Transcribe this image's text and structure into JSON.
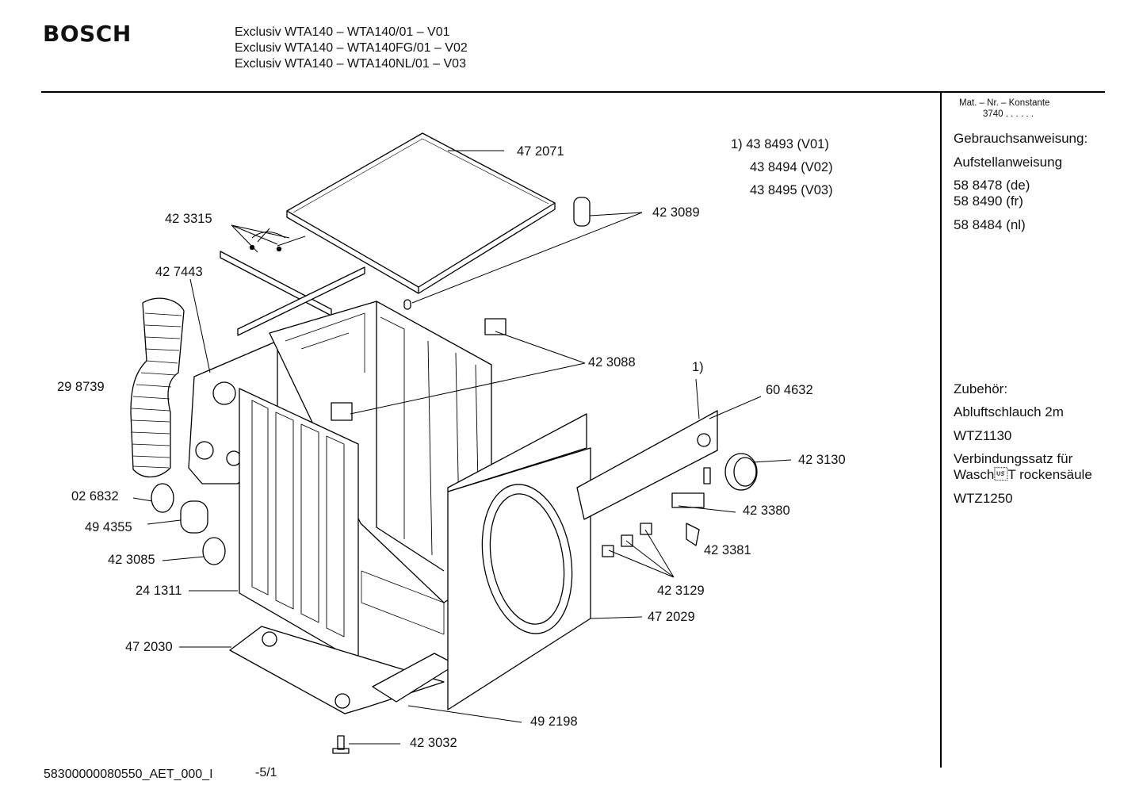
{
  "brand": "BOSCH",
  "header_lines": [
    "Exclusiv WTA140 – WTA140/01 – V01",
    "Exclusiv WTA140 – WTA140FG/01 – V02",
    "Exclusiv WTA140 – WTA140NL/01 – V03"
  ],
  "sidebar": {
    "matnr_label": "Mat. – Nr. – Konstante",
    "matnr_value": "3740 . . . . . .",
    "manual": "Gebrauchsanweisung:",
    "install": "Aufstellanweisung",
    "doc_de": "58 8478 (de)",
    "doc_fr": "58 8490 (fr)",
    "doc_nl": "58 8484 (nl)",
    "accessories_title": "Zubehör:",
    "acc_hose": "Abluftschlauch 2m",
    "acc_hose_code": "WTZ1130",
    "acc_kit_line1": "Verbindungssatz für",
    "acc_kit_line2": "Wasch\u001fT rockensäule",
    "acc_kit_code": "WTZ1250"
  },
  "variants": {
    "v1": "1)  43 8493 (V01)",
    "v2": "43 8494 (V02)",
    "v3": "43 8495 (V03)"
  },
  "parts": {
    "p472071": "47 2071",
    "p423315": "42 3315",
    "p423089": "42 3089",
    "p427443": "42 7443",
    "p423088": "42 3088",
    "p298739": "29 8739",
    "fn1": "1)",
    "p604632": "60 4632",
    "p423130": "42 3130",
    "p026832": "02 6832",
    "p423380": "42 3380",
    "p494355": "49 4355",
    "p423381": "42 3381",
    "p423085": "42 3085",
    "p423129": "42 3129",
    "p241311": "24 1311",
    "p472029": "47 2029",
    "p472030": "47 2030",
    "p492198": "49 2198",
    "p423032": "42 3032"
  },
  "footer": {
    "doc_id": "58300000080550_AET_000_I",
    "page": "-5/1"
  }
}
